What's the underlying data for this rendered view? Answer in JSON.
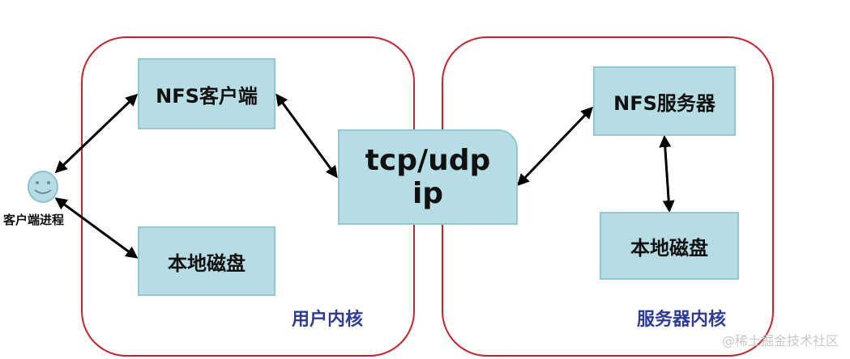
{
  "diagram": {
    "client_process_label": "客户端进程",
    "nfs_client_label": "NFS客户端",
    "local_disk_client_label": "本地磁盘",
    "tcp_line1": "tcp/udp",
    "tcp_line2": "ip",
    "nfs_server_label": "NFS服务器",
    "local_disk_server_label": "本地磁盘",
    "user_kernel_label": "用户内核",
    "server_kernel_label": "服务器内核",
    "smiley_icon": "smiley-face-icon"
  },
  "watermark": {
    "text": "@稀土掘金技术社区"
  },
  "colors": {
    "region_border": "#c3262f",
    "box_fill": "#b7dde4",
    "box_border": "#93c7d1",
    "kernel_label": "#2e3b97"
  }
}
